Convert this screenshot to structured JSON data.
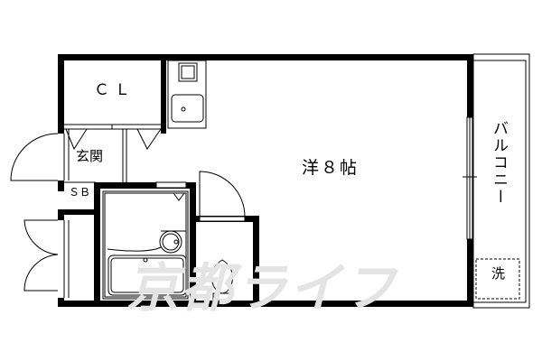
{
  "floorplan": {
    "rooms": {
      "main_room": "洋８帖",
      "closet": "ＣＬ",
      "entrance": "玄関",
      "shoe_box": "ＳＢ",
      "balcony": "バルコニー",
      "washer": "洗"
    },
    "watermark": "京都ライフ",
    "colors": {
      "wall": "#000000",
      "line": "#000000",
      "watermark": "#e4e4e4",
      "background": "#ffffff"
    }
  }
}
